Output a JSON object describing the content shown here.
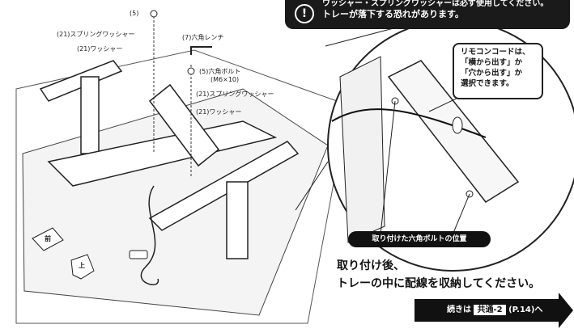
{
  "warning": {
    "icon": "exclamation-icon",
    "line1": "ワッシャー・スプリングワッシャーは必ず使用してください。",
    "line2": "トレーが落下する恐れがあります。"
  },
  "parts": {
    "p5_top": "(5)",
    "spring_washer_a": "(21)スプリングワッシャー",
    "washer_a": "(21)ワッシャー",
    "hex_wrench": "(7)六角レンチ",
    "hex_bolt": "(5)六角ボルト",
    "bolt_size": "(M6×10)",
    "spring_washer_b": "(21)スプリングワッシャー",
    "washer_b": "(21)ワッシャー"
  },
  "directions": {
    "front": "前",
    "up": "上"
  },
  "callout": {
    "line1": "リモコンコードは、",
    "line2": "「横から出す」か",
    "line3": "「穴から出す」か",
    "line4": "選択できます。"
  },
  "bolt_position_label": "取り付けた六角ボルトの位置",
  "instruction": {
    "line1": "取り付け後、",
    "line2": "トレーの中に配線を収納してください。"
  },
  "next": {
    "prefix": "続きは",
    "section": "共通-2",
    "page": "(P.14)へ"
  }
}
